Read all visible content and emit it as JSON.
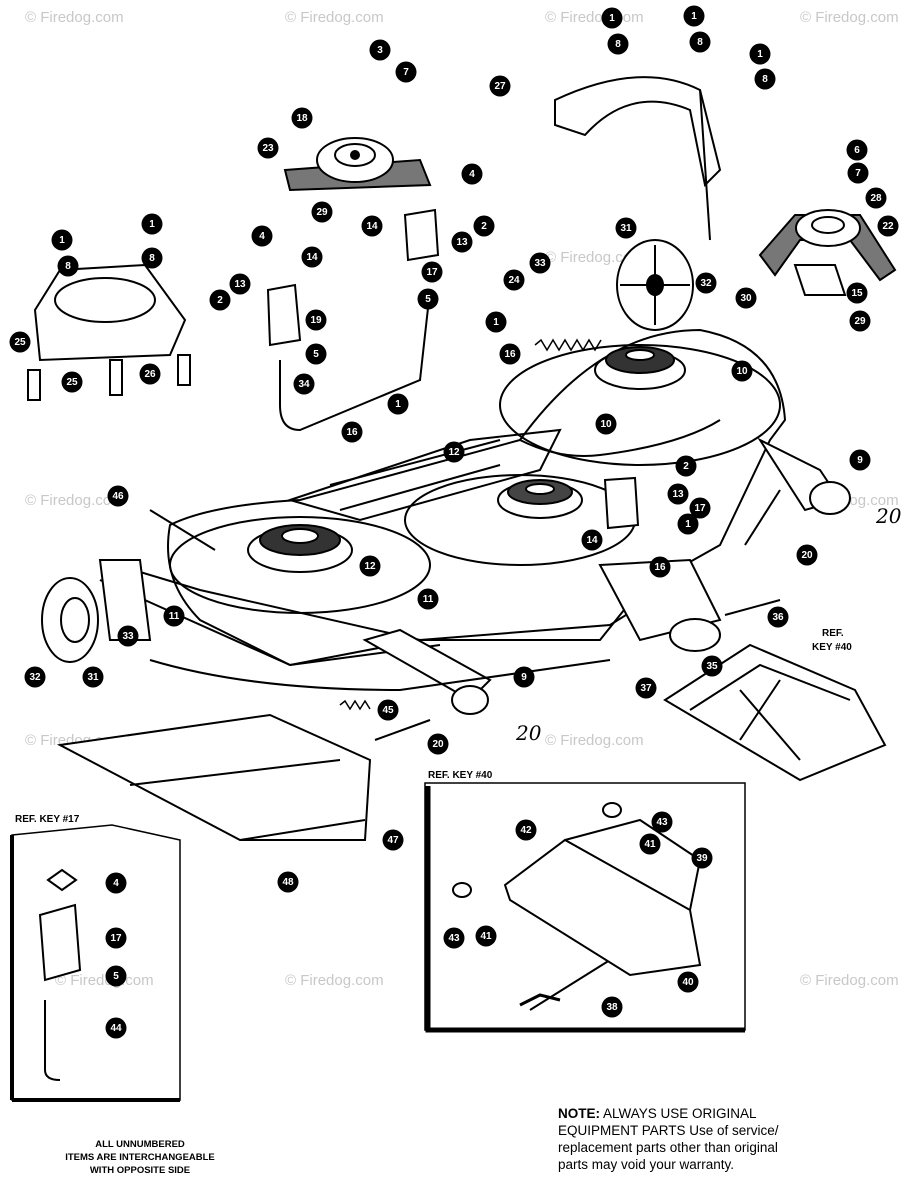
{
  "watermark": "© Firedog.com",
  "ref_labels": {
    "ref17": "REF. KEY #17",
    "ref40_inset": "REF. KEY #40",
    "ref40_top": "REF.",
    "ref40_bottom": "KEY #40"
  },
  "handwritten": {
    "a": "20",
    "b": "20"
  },
  "note": {
    "bold": "NOTE:",
    "line1": " ALWAYS USE ORIGINAL",
    "line2": "EQUIPMENT PARTS Use of service/",
    "line3": "replacement parts other than original",
    "line4": "parts may void your warranty."
  },
  "unnumbered": {
    "line1": "ALL UNNUMBERED",
    "line2": "ITEMS ARE INTERCHANGEABLE",
    "line3": "WITH OPPOSITE SIDE"
  },
  "callouts": [
    {
      "id": "c1",
      "n": "1"
    },
    {
      "id": "c2",
      "n": "8"
    },
    {
      "id": "c3",
      "n": "1"
    },
    {
      "id": "c4",
      "n": "8"
    },
    {
      "id": "c5",
      "n": "1"
    },
    {
      "id": "c6",
      "n": "8"
    },
    {
      "id": "c7",
      "n": "27"
    },
    {
      "id": "c8",
      "n": "3"
    },
    {
      "id": "c9",
      "n": "7"
    },
    {
      "id": "c10",
      "n": "18"
    },
    {
      "id": "c11",
      "n": "23"
    },
    {
      "id": "c12",
      "n": "4"
    },
    {
      "id": "c13",
      "n": "29"
    },
    {
      "id": "c14",
      "n": "14"
    },
    {
      "id": "c15",
      "n": "13"
    },
    {
      "id": "c16",
      "n": "2"
    },
    {
      "id": "c17",
      "n": "17"
    },
    {
      "id": "c18",
      "n": "5"
    },
    {
      "id": "c19",
      "n": "6"
    },
    {
      "id": "c20",
      "n": "7"
    },
    {
      "id": "c21",
      "n": "28"
    },
    {
      "id": "c22",
      "n": "22"
    },
    {
      "id": "c23",
      "n": "15"
    },
    {
      "id": "c24",
      "n": "29"
    },
    {
      "id": "c25",
      "n": "1"
    },
    {
      "id": "c26",
      "n": "8"
    },
    {
      "id": "c27",
      "n": "1"
    },
    {
      "id": "c28",
      "n": "8"
    },
    {
      "id": "c29",
      "n": "25"
    },
    {
      "id": "c30",
      "n": "25"
    },
    {
      "id": "c31",
      "n": "26"
    },
    {
      "id": "c32",
      "n": "4"
    },
    {
      "id": "c33",
      "n": "14"
    },
    {
      "id": "c34",
      "n": "13"
    },
    {
      "id": "c35",
      "n": "2"
    },
    {
      "id": "c36",
      "n": "19"
    },
    {
      "id": "c37",
      "n": "5"
    },
    {
      "id": "c38",
      "n": "34"
    },
    {
      "id": "c39",
      "n": "1"
    },
    {
      "id": "c40",
      "n": "16"
    },
    {
      "id": "c41",
      "n": "33"
    },
    {
      "id": "c42",
      "n": "24"
    },
    {
      "id": "c43",
      "n": "31"
    },
    {
      "id": "c44",
      "n": "32"
    },
    {
      "id": "c45",
      "n": "30"
    },
    {
      "id": "c46",
      "n": "1"
    },
    {
      "id": "c47",
      "n": "16"
    },
    {
      "id": "c48",
      "n": "10"
    },
    {
      "id": "c49",
      "n": "10"
    },
    {
      "id": "c50",
      "n": "12"
    },
    {
      "id": "c51",
      "n": "2"
    },
    {
      "id": "c52",
      "n": "9"
    },
    {
      "id": "c53",
      "n": "13"
    },
    {
      "id": "c54",
      "n": "17"
    },
    {
      "id": "c55",
      "n": "46"
    },
    {
      "id": "c56",
      "n": "1"
    },
    {
      "id": "c57",
      "n": "14"
    },
    {
      "id": "c58",
      "n": "12"
    },
    {
      "id": "c59",
      "n": "20"
    },
    {
      "id": "c60",
      "n": "16"
    },
    {
      "id": "c61",
      "n": "11"
    },
    {
      "id": "c62",
      "n": "11"
    },
    {
      "id": "c63",
      "n": "36"
    },
    {
      "id": "c64",
      "n": "33"
    },
    {
      "id": "c65",
      "n": "32"
    },
    {
      "id": "c66",
      "n": "31"
    },
    {
      "id": "c67",
      "n": "9"
    },
    {
      "id": "c68",
      "n": "35"
    },
    {
      "id": "c69",
      "n": "37"
    },
    {
      "id": "c70",
      "n": "45"
    },
    {
      "id": "c71",
      "n": "20"
    },
    {
      "id": "c72",
      "n": "47"
    },
    {
      "id": "c73",
      "n": "48"
    },
    {
      "id": "c74",
      "n": "4"
    },
    {
      "id": "c75",
      "n": "17"
    },
    {
      "id": "c76",
      "n": "5"
    },
    {
      "id": "c77",
      "n": "44"
    },
    {
      "id": "c78",
      "n": "42"
    },
    {
      "id": "c79",
      "n": "43"
    },
    {
      "id": "c80",
      "n": "41"
    },
    {
      "id": "c81",
      "n": "39"
    },
    {
      "id": "c82",
      "n": "43"
    },
    {
      "id": "c83",
      "n": "41"
    },
    {
      "id": "c84",
      "n": "40"
    },
    {
      "id": "c85",
      "n": "38"
    }
  ]
}
